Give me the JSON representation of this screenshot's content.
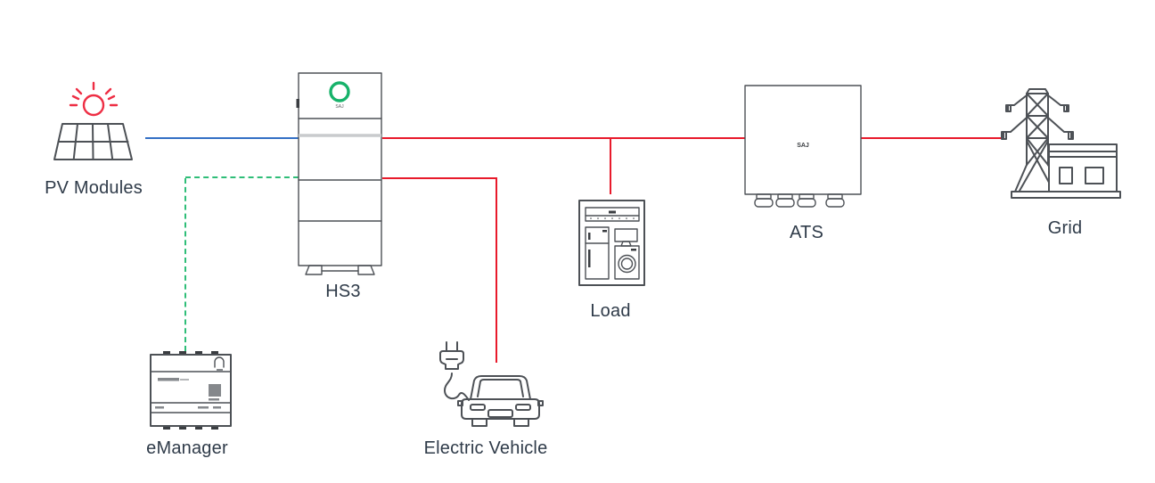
{
  "diagram_type": "energy-system-wiring-diagram",
  "nodes": {
    "pv": {
      "label": "PV Modules",
      "icon": "solar-panel-sun-icon"
    },
    "hs3": {
      "label": "HS3",
      "icon": "hs3-storage-inverter-icon",
      "brand": "SAJ"
    },
    "emanager": {
      "label": "eManager",
      "icon": "emanager-device-icon"
    },
    "ev": {
      "label": "Electric Vehicle",
      "icon": "ev-plug-car-icon"
    },
    "load": {
      "label": "Load",
      "icon": "home-appliances-icon"
    },
    "ats": {
      "label": "ATS",
      "icon": "ats-box-icon",
      "brand": "SAJ"
    },
    "grid": {
      "label": "Grid",
      "icon": "transmission-tower-building-icon"
    }
  },
  "connections": [
    {
      "from": "PV Modules",
      "to": "HS3",
      "style": "solid",
      "color": "#3470c5",
      "meaning": "pv-dc-input"
    },
    {
      "from": "HS3",
      "to": "ATS",
      "style": "solid",
      "color": "#e81a2b",
      "meaning": "ac-power"
    },
    {
      "from": "HS3–ATS bus",
      "to": "Load",
      "style": "solid",
      "color": "#e81a2b",
      "meaning": "ac-power-branch"
    },
    {
      "from": "HS3",
      "to": "Electric Vehicle",
      "style": "solid",
      "color": "#e81a2b",
      "meaning": "ac-power"
    },
    {
      "from": "HS3",
      "to": "eManager",
      "style": "dashed",
      "color": "#2fbe78",
      "meaning": "communication"
    },
    {
      "from": "ATS",
      "to": "Grid",
      "style": "solid",
      "color": "#e81a2b",
      "meaning": "ac-power"
    }
  ],
  "colors": {
    "pv_line": "#3470c5",
    "power_line": "#e81a2b",
    "comm_line": "#2fbe78",
    "logo_ring": "#17b26a",
    "sun": "#ee2e44",
    "icon_stroke": "#4d5156",
    "label_text": "#2f3b49",
    "background": "#ffffff"
  }
}
